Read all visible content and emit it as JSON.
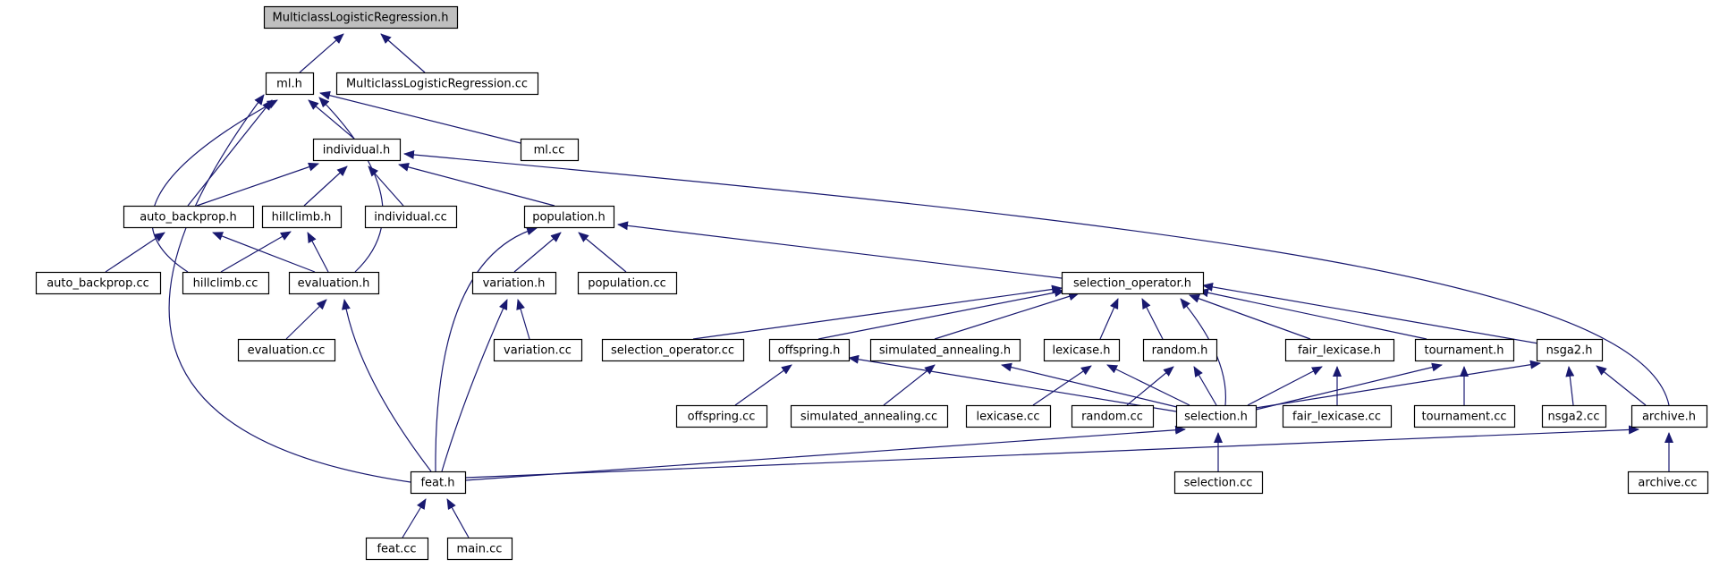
{
  "colors": {
    "edge": "#191970",
    "node_border": "#000000",
    "node_fill": "#ffffff",
    "root_fill": "#bfbfbf",
    "text": "#000000"
  },
  "nodes": [
    {
      "id": "MulticlassLogisticRegression_h",
      "label": "MulticlassLogisticRegression.h",
      "root": true
    },
    {
      "id": "ml_h",
      "label": "ml.h"
    },
    {
      "id": "MulticlassLogisticRegression_cc",
      "label": "MulticlassLogisticRegression.cc"
    },
    {
      "id": "individual_h",
      "label": "individual.h"
    },
    {
      "id": "ml_cc",
      "label": "ml.cc"
    },
    {
      "id": "auto_backprop_h",
      "label": "auto_backprop.h"
    },
    {
      "id": "hillclimb_h",
      "label": "hillclimb.h"
    },
    {
      "id": "individual_cc",
      "label": "individual.cc"
    },
    {
      "id": "population_h",
      "label": "population.h"
    },
    {
      "id": "auto_backprop_cc",
      "label": "auto_backprop.cc"
    },
    {
      "id": "hillclimb_cc",
      "label": "hillclimb.cc"
    },
    {
      "id": "evaluation_h",
      "label": "evaluation.h"
    },
    {
      "id": "variation_h",
      "label": "variation.h"
    },
    {
      "id": "population_cc",
      "label": "population.cc"
    },
    {
      "id": "selection_operator_h",
      "label": "selection_operator.h"
    },
    {
      "id": "evaluation_cc",
      "label": "evaluation.cc"
    },
    {
      "id": "variation_cc",
      "label": "variation.cc"
    },
    {
      "id": "selection_operator_cc",
      "label": "selection_operator.cc"
    },
    {
      "id": "offspring_h",
      "label": "offspring.h"
    },
    {
      "id": "simulated_annealing_h",
      "label": "simulated_annealing.h"
    },
    {
      "id": "lexicase_h",
      "label": "lexicase.h"
    },
    {
      "id": "random_h",
      "label": "random.h"
    },
    {
      "id": "fair_lexicase_h",
      "label": "fair_lexicase.h"
    },
    {
      "id": "tournament_h",
      "label": "tournament.h"
    },
    {
      "id": "nsga2_h",
      "label": "nsga2.h"
    },
    {
      "id": "offspring_cc",
      "label": "offspring.cc"
    },
    {
      "id": "simulated_annealing_cc",
      "label": "simulated_annealing.cc"
    },
    {
      "id": "lexicase_cc",
      "label": "lexicase.cc"
    },
    {
      "id": "random_cc",
      "label": "random.cc"
    },
    {
      "id": "selection_h",
      "label": "selection.h"
    },
    {
      "id": "fair_lexicase_cc",
      "label": "fair_lexicase.cc"
    },
    {
      "id": "tournament_cc",
      "label": "tournament.cc"
    },
    {
      "id": "nsga2_cc",
      "label": "nsga2.cc"
    },
    {
      "id": "archive_h",
      "label": "archive.h"
    },
    {
      "id": "feat_h",
      "label": "feat.h"
    },
    {
      "id": "selection_cc",
      "label": "selection.cc"
    },
    {
      "id": "archive_cc",
      "label": "archive.cc"
    },
    {
      "id": "feat_cc",
      "label": "feat.cc"
    },
    {
      "id": "main_cc",
      "label": "main.cc"
    }
  ],
  "edges": [
    [
      "ml_h",
      "MulticlassLogisticRegression_h"
    ],
    [
      "MulticlassLogisticRegression_cc",
      "MulticlassLogisticRegression_h"
    ],
    [
      "individual_h",
      "ml_h"
    ],
    [
      "ml_cc",
      "ml_h"
    ],
    [
      "auto_backprop_h",
      "ml_h"
    ],
    [
      "hillclimb_cc",
      "ml_h"
    ],
    [
      "evaluation_h",
      "ml_h"
    ],
    [
      "feat_h",
      "ml_h"
    ],
    [
      "auto_backprop_h",
      "individual_h"
    ],
    [
      "hillclimb_h",
      "individual_h"
    ],
    [
      "individual_cc",
      "individual_h"
    ],
    [
      "population_h",
      "individual_h"
    ],
    [
      "archive_h",
      "individual_h"
    ],
    [
      "auto_backprop_cc",
      "auto_backprop_h"
    ],
    [
      "evaluation_h",
      "auto_backprop_h"
    ],
    [
      "hillclimb_cc",
      "hillclimb_h"
    ],
    [
      "evaluation_h",
      "hillclimb_h"
    ],
    [
      "variation_h",
      "population_h"
    ],
    [
      "population_cc",
      "population_h"
    ],
    [
      "selection_operator_h",
      "population_h"
    ],
    [
      "feat_h",
      "population_h"
    ],
    [
      "evaluation_cc",
      "evaluation_h"
    ],
    [
      "feat_h",
      "evaluation_h"
    ],
    [
      "variation_cc",
      "variation_h"
    ],
    [
      "feat_h",
      "variation_h"
    ],
    [
      "selection_operator_cc",
      "selection_operator_h"
    ],
    [
      "offspring_h",
      "selection_operator_h"
    ],
    [
      "simulated_annealing_h",
      "selection_operator_h"
    ],
    [
      "lexicase_h",
      "selection_operator_h"
    ],
    [
      "random_h",
      "selection_operator_h"
    ],
    [
      "selection_h",
      "selection_operator_h"
    ],
    [
      "fair_lexicase_h",
      "selection_operator_h"
    ],
    [
      "tournament_h",
      "selection_operator_h"
    ],
    [
      "nsga2_h",
      "selection_operator_h"
    ],
    [
      "offspring_cc",
      "offspring_h"
    ],
    [
      "selection_h",
      "offspring_h"
    ],
    [
      "simulated_annealing_cc",
      "simulated_annealing_h"
    ],
    [
      "selection_h",
      "simulated_annealing_h"
    ],
    [
      "lexicase_cc",
      "lexicase_h"
    ],
    [
      "selection_h",
      "lexicase_h"
    ],
    [
      "random_cc",
      "random_h"
    ],
    [
      "selection_h",
      "random_h"
    ],
    [
      "selection_h",
      "fair_lexicase_h"
    ],
    [
      "fair_lexicase_cc",
      "fair_lexicase_h"
    ],
    [
      "selection_h",
      "tournament_h"
    ],
    [
      "tournament_cc",
      "tournament_h"
    ],
    [
      "selection_h",
      "nsga2_h"
    ],
    [
      "nsga2_cc",
      "nsga2_h"
    ],
    [
      "archive_h",
      "nsga2_h"
    ],
    [
      "feat_h",
      "selection_h"
    ],
    [
      "selection_cc",
      "selection_h"
    ],
    [
      "feat_h",
      "archive_h"
    ],
    [
      "archive_cc",
      "archive_h"
    ],
    [
      "feat_cc",
      "feat_h"
    ],
    [
      "main_cc",
      "feat_h"
    ]
  ]
}
